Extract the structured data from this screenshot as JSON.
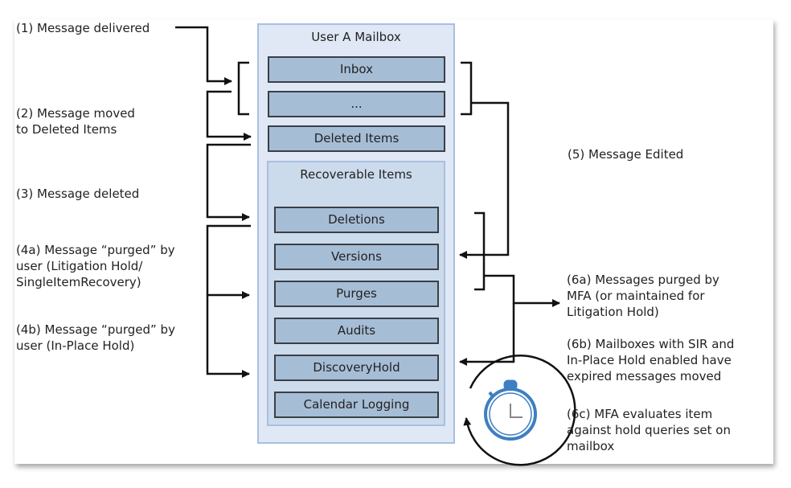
{
  "mailbox": {
    "title": "User A Mailbox",
    "folders": [
      "Inbox",
      "...",
      "Deleted Items"
    ],
    "recoverable": {
      "title": "Recoverable Items",
      "folders": [
        "Deletions",
        "Versions",
        "Purges",
        "Audits",
        "DiscoveryHold",
        "Calendar Logging"
      ]
    }
  },
  "steps": {
    "s1": "(1) Message delivered",
    "s2": [
      "(2) Message moved",
      "to Deleted Items"
    ],
    "s3": "(3) Message deleted",
    "s4a": [
      "(4a) Message “purged” by",
      "user (Litigation Hold/",
      "SingleItemRecovery)"
    ],
    "s4b": [
      "(4b) Message “purged” by",
      "user (In-Place Hold)"
    ],
    "s5": "(5) Message Edited",
    "s6a": [
      "(6a) Messages purged by",
      "MFA (or maintained for",
      "Litigation Hold)"
    ],
    "s6b": [
      "(6b) Mailboxes with SIR and",
      "In-Place Hold enabled have",
      "expired messages moved"
    ],
    "s6c": [
      "(6c) MFA evaluates item",
      "against hold queries set on",
      "mailbox"
    ]
  },
  "icons": {
    "timer": "stopwatch-icon",
    "cycle": "circular-arrow-icon"
  },
  "colors": {
    "folder_fill": "#a6bdd6",
    "mailbox_fill": "#dfe8f4",
    "recoverable_fill": "#ccdbec",
    "timer_blue": "#3d7fc1"
  }
}
